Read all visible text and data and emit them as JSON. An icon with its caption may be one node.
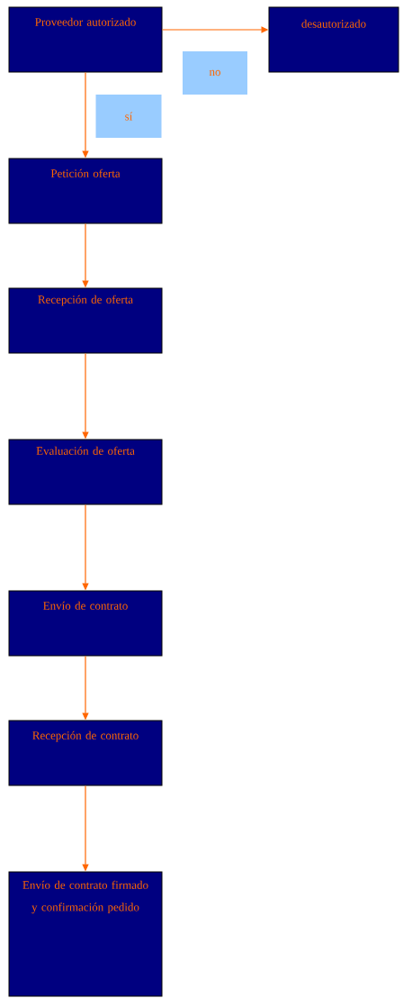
{
  "diagram": {
    "nodes": [
      {
        "text": [
          "Proveedor autorizado"
        ]
      },
      {
        "text": [
          "desautorizado"
        ]
      },
      {
        "text": [
          "Petición oferta"
        ]
      },
      {
        "text": [
          "Recepción de oferta"
        ]
      },
      {
        "text": [
          "Evaluación de oferta"
        ]
      },
      {
        "text": [
          "Envío de contrato"
        ]
      },
      {
        "text": [
          "Recepción de contrato"
        ]
      },
      {
        "text": [
          "Envío de contrato firmado y confirmación pedido"
        ]
      }
    ],
    "edges": [
      {
        "from": 0,
        "to": 1,
        "arrow": "to",
        "label": "no"
      },
      {
        "from": 0,
        "to": 2,
        "arrow": "to",
        "label": "sí"
      },
      {
        "from": 2,
        "to": 3,
        "arrow": "to"
      },
      {
        "from": 3,
        "to": 4,
        "arrow": "to"
      },
      {
        "from": 4,
        "to": 5,
        "arrow": "to"
      },
      {
        "from": 5,
        "to": 6,
        "arrow": "to"
      },
      {
        "from": 6,
        "to": 7,
        "arrow": "to"
      }
    ]
  }
}
